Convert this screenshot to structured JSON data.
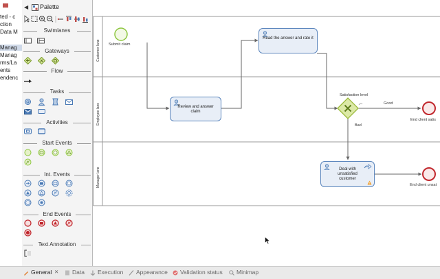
{
  "left_tree": {
    "items": [
      {
        "label": "ted - c",
        "selected": false
      },
      {
        "label": "ction",
        "selected": false
      },
      {
        "label": "Data M",
        "selected": false
      },
      {
        "label": "Manag",
        "selected": true
      },
      {
        "label": "Manag",
        "selected": false
      },
      {
        "label": "rms/La",
        "selected": false
      },
      {
        "label": "ents",
        "selected": false
      },
      {
        "label": "endenc",
        "selected": false
      }
    ]
  },
  "palette": {
    "title": "Palette",
    "sections": {
      "swimlanes": "Swimlanes",
      "gateways": "Gateways",
      "flow": "Flow",
      "tasks": "Tasks",
      "activities": "Activities",
      "start_events": "Start Events",
      "int_events": "Int. Events",
      "end_events": "End Events",
      "text_annotation": "Text Annotation"
    }
  },
  "diagram": {
    "lanes": [
      "Customer lane",
      "Employee lane",
      "Manager lane"
    ],
    "start_event_label": "Submit claim",
    "tasks": {
      "read_answer": "Read the answer and rate it",
      "review_answer": "Review and answer claim",
      "deal_unsatisfied": "Deal with unsatisfied customer"
    },
    "gateway_label": "Satisfaction level",
    "flow_good": "Good",
    "flow_bad": "Bad",
    "end_satisfied": "End client satis",
    "end_unsatisfied": "End client unsat"
  },
  "bottom_tabs": [
    {
      "label": "General",
      "active": true,
      "icon": "general-icon"
    },
    {
      "label": "Data",
      "active": false,
      "icon": "data-icon"
    },
    {
      "label": "Execution",
      "active": false,
      "icon": "execution-icon"
    },
    {
      "label": "Appearance",
      "active": false,
      "icon": "appearance-icon"
    },
    {
      "label": "Validation status",
      "active": false,
      "icon": "validation-icon"
    },
    {
      "label": "Minimap",
      "active": false,
      "icon": "minimap-icon"
    }
  ],
  "colors": {
    "task_fill": "#e8eef7",
    "task_border": "#5c86bd",
    "start_event": "#8dc63f",
    "end_event": "#c1272d",
    "gateway": "#b7d95a"
  }
}
